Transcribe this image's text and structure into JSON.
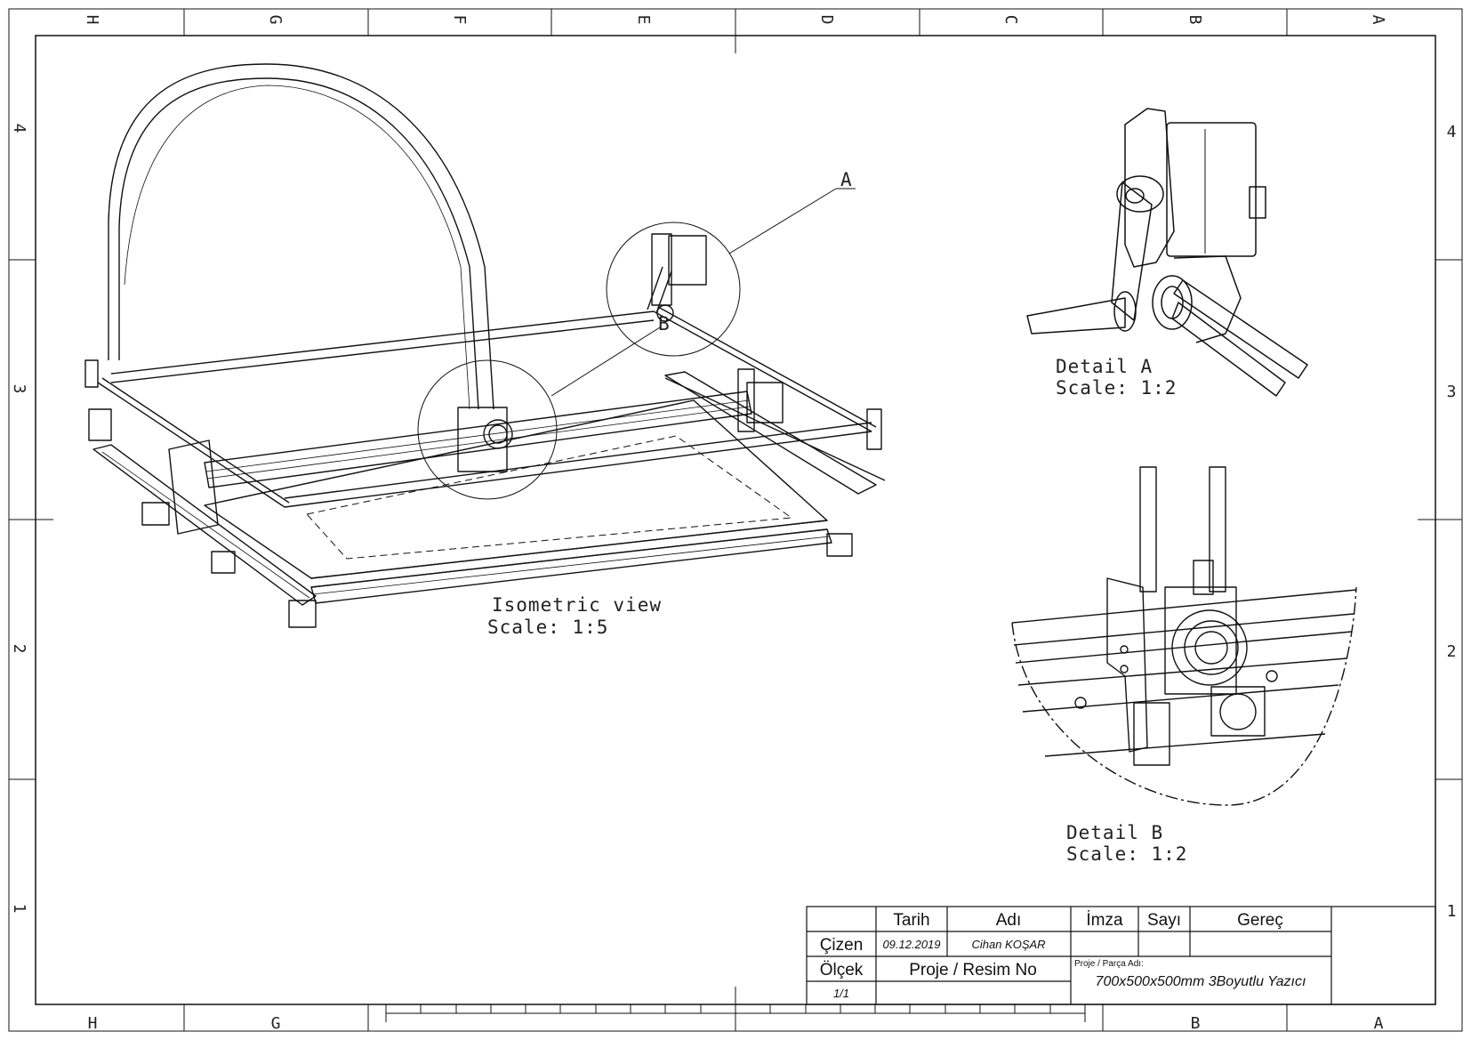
{
  "zones": {
    "columns": [
      "H",
      "G",
      "F",
      "E",
      "D",
      "C",
      "B",
      "A"
    ],
    "rows": [
      "4",
      "3",
      "2",
      "1"
    ]
  },
  "views": {
    "isometric": {
      "label": "Isometric view",
      "scale": "Scale:  1:5"
    },
    "detail_a": {
      "label": "Detail A",
      "scale": "Scale:  1:2",
      "callout": "A"
    },
    "detail_b": {
      "label": "Detail B",
      "scale": "Scale:  1:2",
      "callout": "B"
    }
  },
  "title_block": {
    "headers": {
      "date": "Tarih",
      "name": "Adı",
      "signature": "İmza",
      "count": "Sayı",
      "material": "Gereç"
    },
    "drawn_label": "Çizen",
    "drawn_date": "09.12.2019",
    "drawn_name": "Cihan KOŞAR",
    "scale_label": "Ölçek",
    "scale_value": "1/1",
    "drawing_no_label": "Proje / Resim No",
    "part_name_label": "Proje / Parça Adı:",
    "part_name": "700x500x500mm 3Boyutlu Yazıcı"
  }
}
